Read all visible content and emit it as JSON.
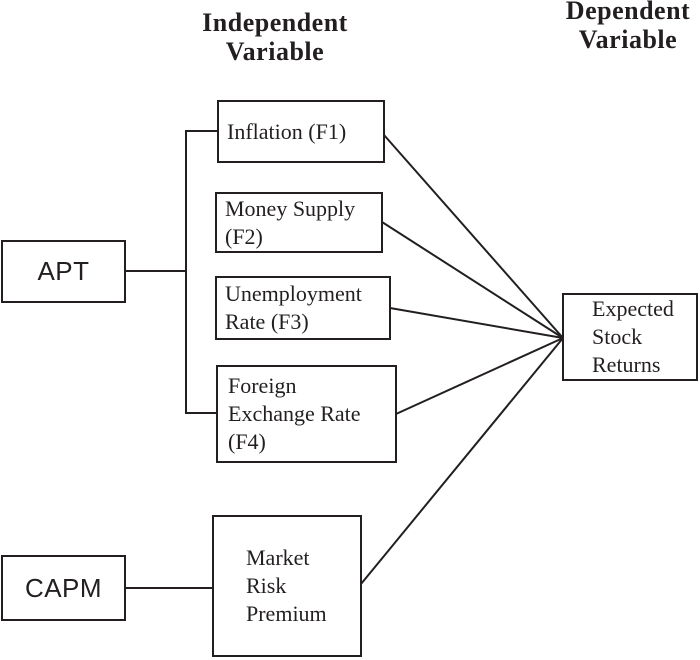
{
  "colors": {
    "ink": "#231f20",
    "background": "#ffffff"
  },
  "headers": {
    "independent": {
      "line1": "Independent",
      "line2": "Variable"
    },
    "dependent": {
      "line1": "Dependent",
      "line2": "Variable"
    }
  },
  "models": {
    "apt": {
      "label": "APT"
    },
    "capm": {
      "label": "CAPM"
    }
  },
  "independent_variables": {
    "inflation": {
      "lines": [
        "Inflation (F1)"
      ]
    },
    "money_supply": {
      "lines": [
        "Money Supply",
        "(F2)"
      ]
    },
    "unemployment": {
      "lines": [
        "Unemployment",
        "Rate (F3)"
      ]
    },
    "foreign_exchange": {
      "lines": [
        "Foreign",
        "Exchange Rate",
        "(F4)"
      ]
    },
    "market_risk_premium": {
      "lines": [
        "Market",
        "Risk",
        "Premium"
      ]
    }
  },
  "dependent_variable": {
    "expected_stock_returns": {
      "lines": [
        "Expected",
        "Stock",
        "Returns"
      ]
    }
  },
  "edges": [
    {
      "from": "APT",
      "to": "Inflation (F1)"
    },
    {
      "from": "APT",
      "to": "Money Supply (F2)"
    },
    {
      "from": "APT",
      "to": "Unemployment Rate (F3)"
    },
    {
      "from": "APT",
      "to": "Foreign Exchange Rate (F4)"
    },
    {
      "from": "CAPM",
      "to": "Market Risk Premium"
    },
    {
      "from": "Inflation (F1)",
      "to": "Expected Stock Returns"
    },
    {
      "from": "Money Supply (F2)",
      "to": "Expected Stock Returns"
    },
    {
      "from": "Unemployment Rate (F3)",
      "to": "Expected Stock Returns"
    },
    {
      "from": "Foreign Exchange Rate (F4)",
      "to": "Expected Stock Returns"
    },
    {
      "from": "Market Risk Premium",
      "to": "Expected Stock Returns"
    }
  ]
}
